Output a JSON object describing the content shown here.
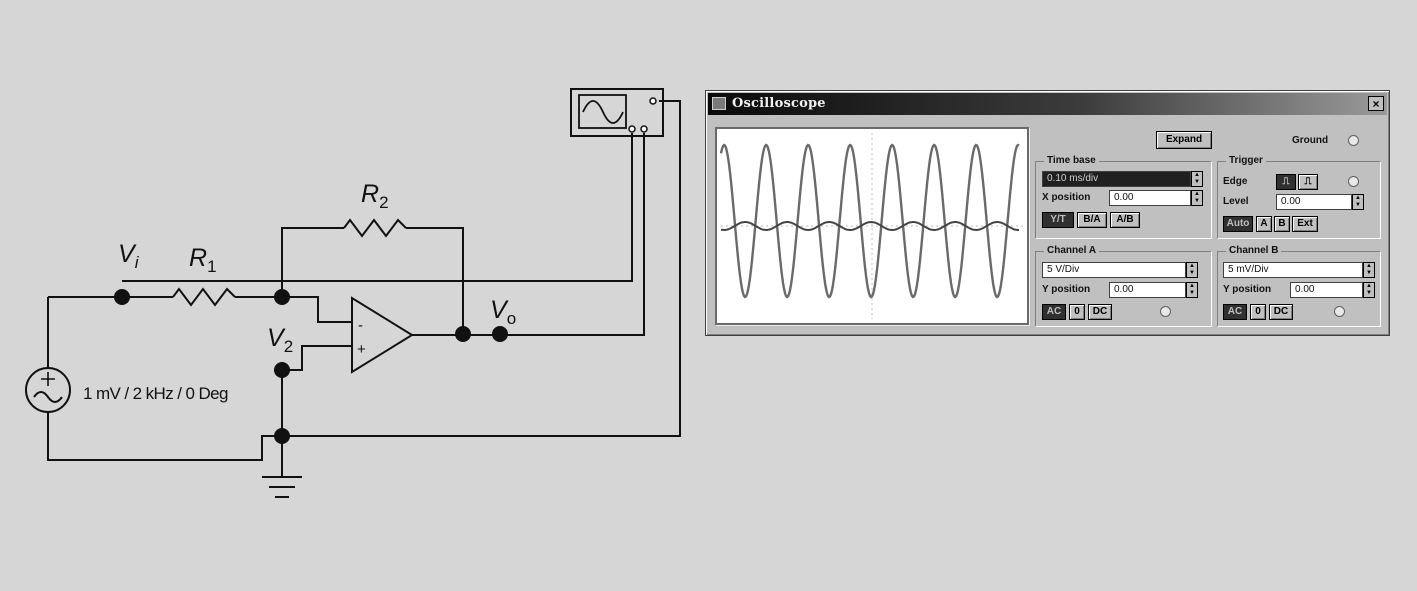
{
  "circuit": {
    "vi_label": "V",
    "vi_sub": "i",
    "r1_label": "R",
    "r1_sub": "1",
    "r2_label": "R",
    "r2_sub": "2",
    "v2_label": "V",
    "v2_sub": "2",
    "vo_label": "V",
    "vo_sub": "o",
    "source_label": "1 mV / 2 kHz / 0 Deg",
    "opamp_minus": "-",
    "opamp_plus": "+",
    "source_plus": "+"
  },
  "oscilloscope": {
    "title": "Oscilloscope",
    "close_label": "×",
    "expand_label": "Expand",
    "ground_label": "Ground",
    "time_base": {
      "title": "Time base",
      "scale": "0.10 ms/div",
      "x_position_label": "X position",
      "x_position": "0.00",
      "buttons": [
        "Y/T",
        "B/A",
        "A/B"
      ]
    },
    "trigger": {
      "title": "Trigger",
      "edge_label": "Edge",
      "level_label": "Level",
      "level": "0.00",
      "buttons": [
        "Auto",
        "A",
        "B",
        "Ext"
      ]
    },
    "channel_a": {
      "title": "Channel A",
      "scale": "5 V/Div",
      "y_position_label": "Y position",
      "y_position": "0.00",
      "buttons": [
        "AC",
        "0",
        "DC"
      ]
    },
    "channel_b": {
      "title": "Channel B",
      "scale": "5 mV/Div",
      "y_position_label": "Y position",
      "y_position": "0.00",
      "buttons": [
        "AC",
        "0",
        "DC"
      ]
    }
  }
}
